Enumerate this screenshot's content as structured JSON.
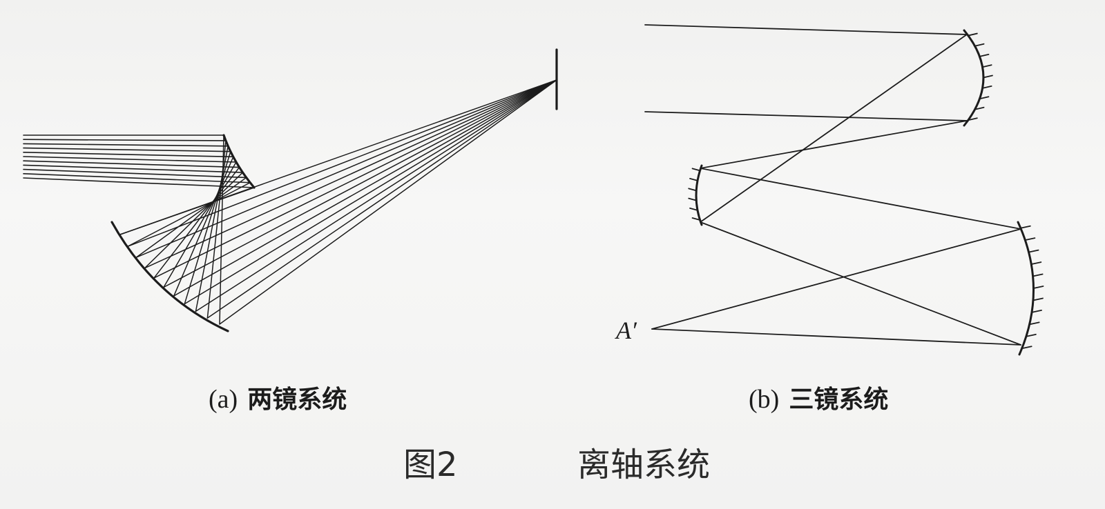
{
  "figure": {
    "number": "图2",
    "title": "离轴系统"
  },
  "panels": [
    {
      "tag": "(a)",
      "name": "两镜系统"
    },
    {
      "tag": "(b)",
      "name": "三镜系统"
    }
  ],
  "point_labels": {
    "image_point": "A′"
  },
  "colors": {
    "ink": "#1c1c1c",
    "paper": "#f3f3f2"
  }
}
